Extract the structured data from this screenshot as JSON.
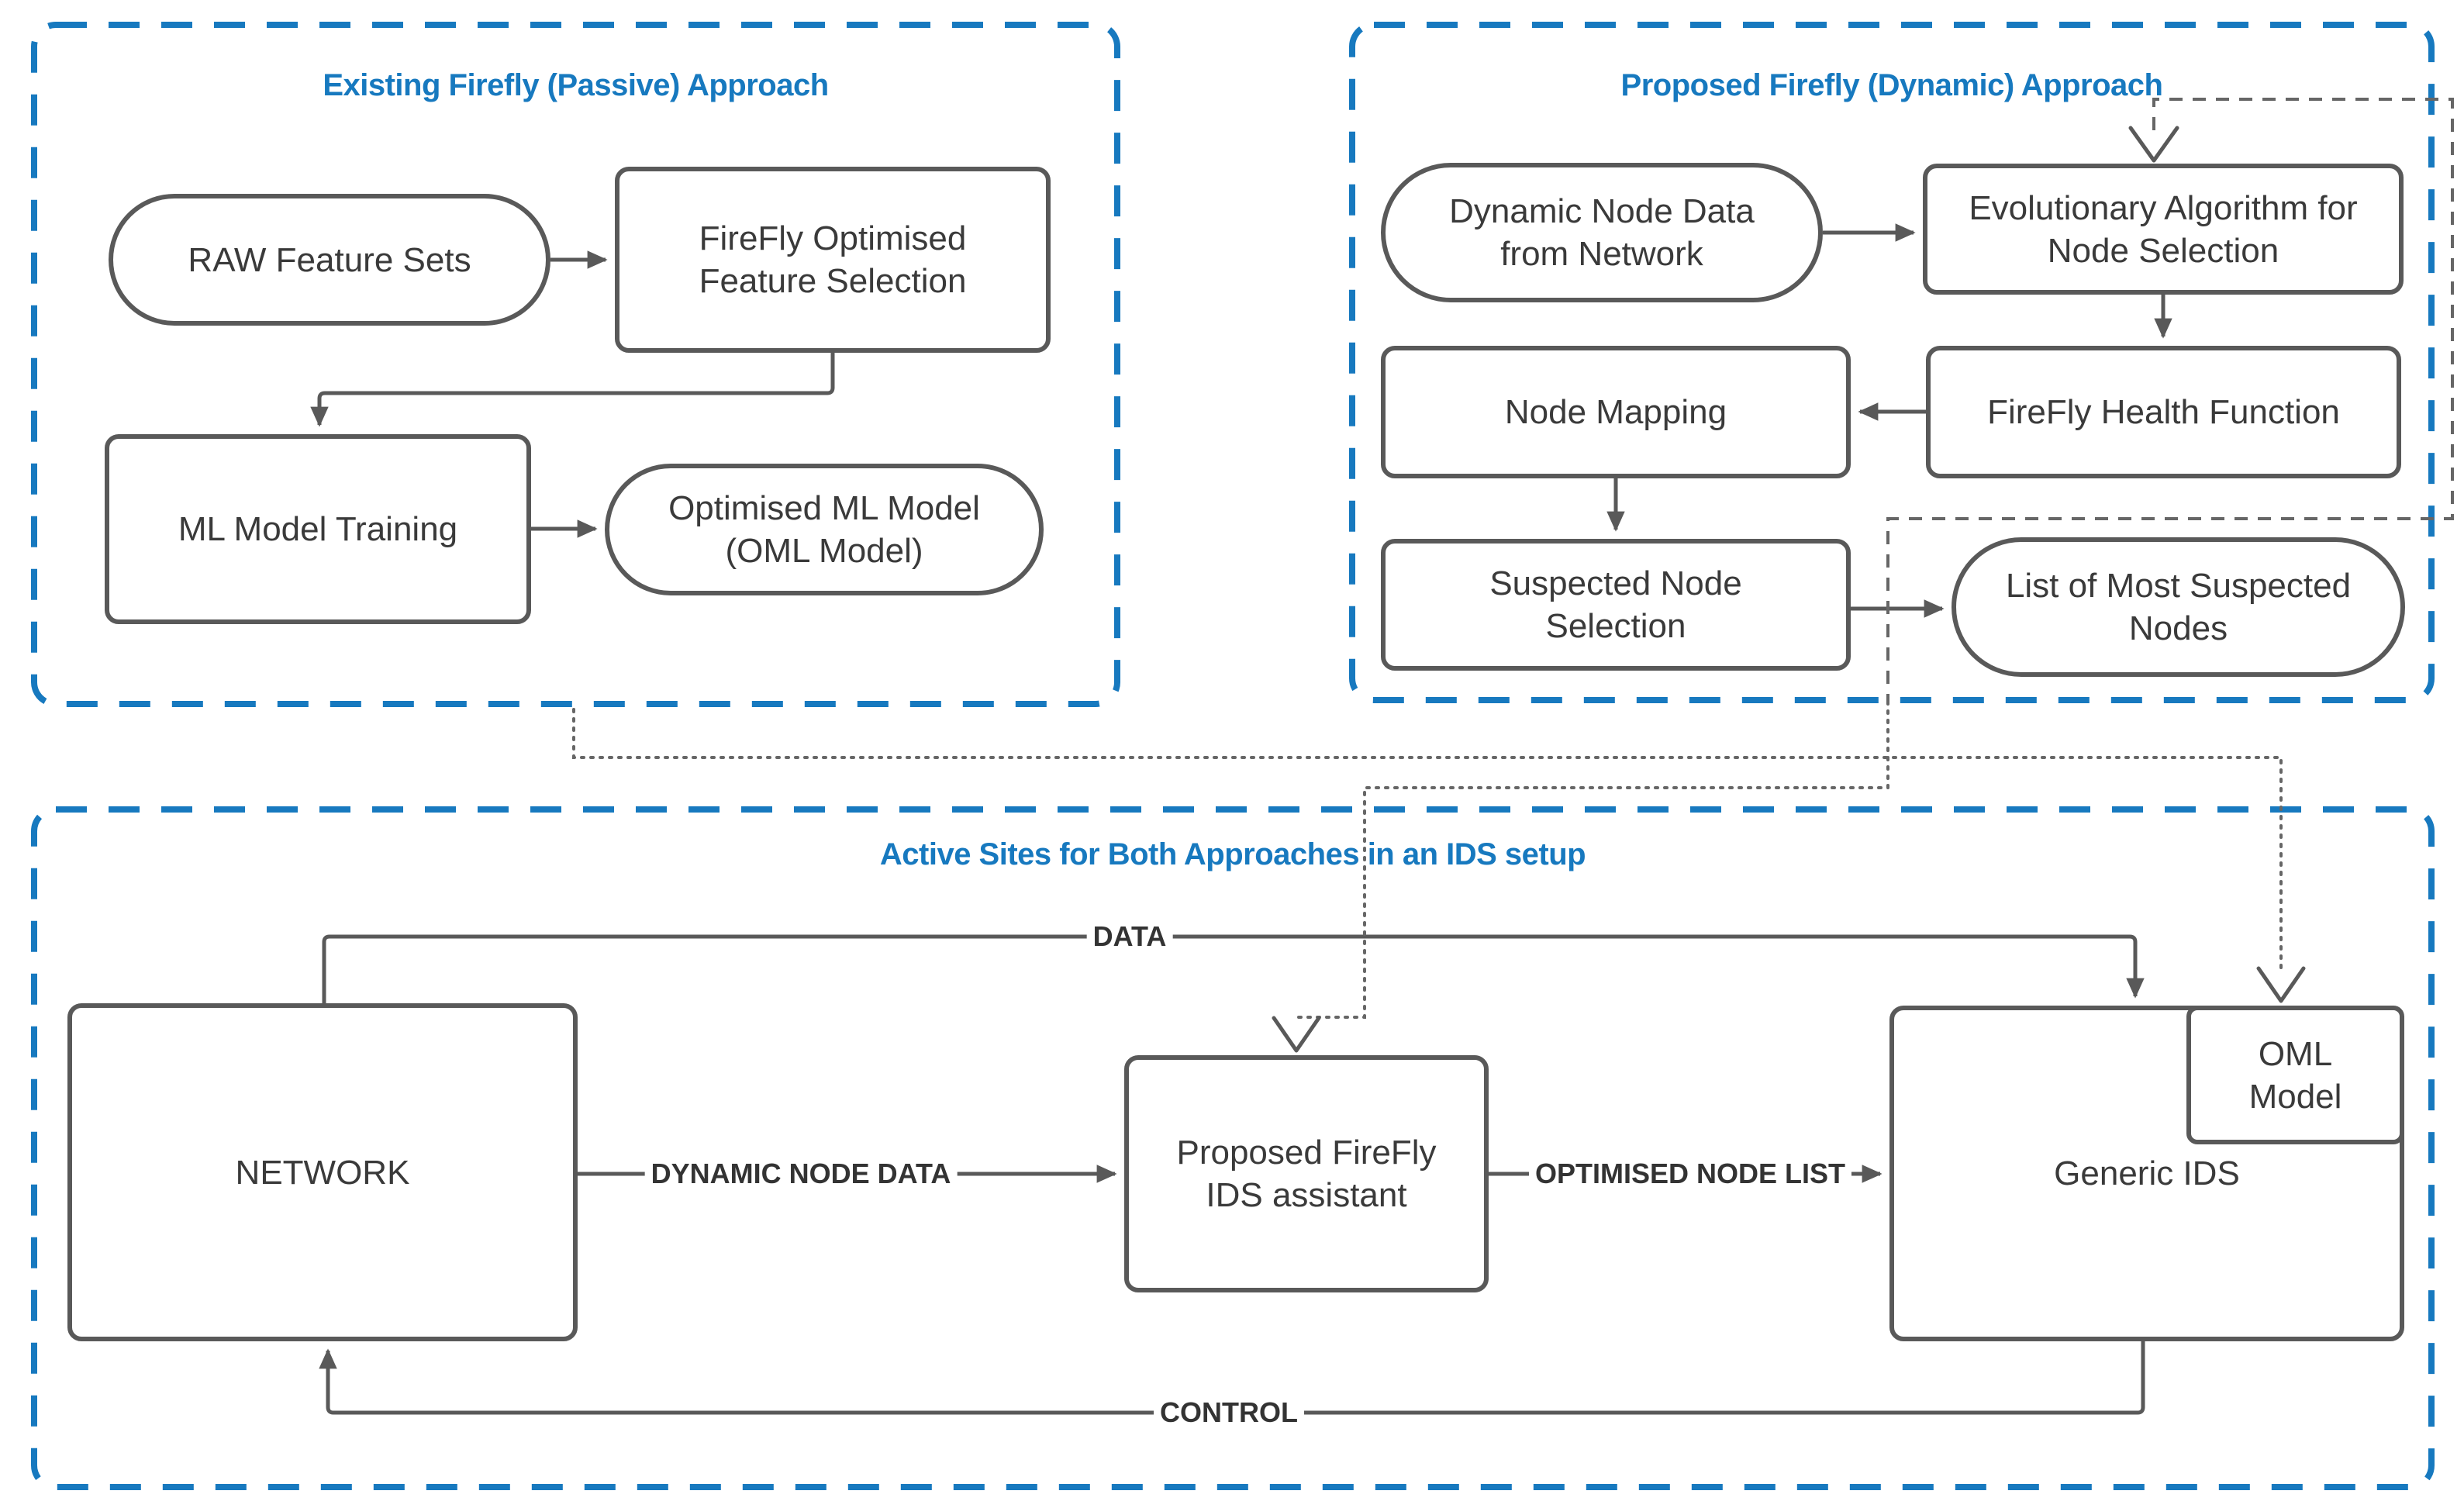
{
  "containers": {
    "passive": {
      "title": "Existing Firefly (Passive) Approach"
    },
    "dynamic": {
      "title": "Proposed Firefly (Dynamic) Approach"
    },
    "active_sites": {
      "title": "Active Sites for Both Approaches in an IDS setup"
    }
  },
  "nodes": {
    "raw_feature_sets": {
      "label": "RAW Feature Sets",
      "shape": "stadium"
    },
    "firefly_optimised_feature_selection": {
      "label": "FireFly Optimised Feature Selection",
      "shape": "rounded-rect"
    },
    "ml_model_training": {
      "label": "ML Model Training",
      "shape": "rounded-rect"
    },
    "optimised_ml_model": {
      "label": "Optimised ML Model (OML Model)",
      "shape": "stadium"
    },
    "dynamic_node_data_from_network": {
      "label": "Dynamic Node Data from Network",
      "shape": "stadium"
    },
    "evolutionary_algorithm": {
      "label": "Evolutionary Algorithm for Node Selection",
      "shape": "rounded-rect"
    },
    "node_mapping": {
      "label": "Node Mapping",
      "shape": "rounded-rect"
    },
    "firefly_health_function": {
      "label": "FireFly Health Function",
      "shape": "rounded-rect"
    },
    "suspected_node_selection": {
      "label": "Suspected Node Selection",
      "shape": "rounded-rect"
    },
    "list_of_most_suspected_nodes": {
      "label": "List of Most Suspected Nodes",
      "shape": "stadium"
    },
    "network": {
      "label": "NETWORK",
      "shape": "rounded-rect"
    },
    "proposed_firefly_ids_assistant": {
      "label": "Proposed FireFly IDS assistant",
      "shape": "rounded-rect"
    },
    "generic_ids": {
      "label": "Generic IDS",
      "shape": "rounded-rect"
    },
    "oml_model": {
      "label": "OML Model",
      "shape": "rounded-rect"
    }
  },
  "edge_labels": {
    "data": "DATA",
    "dynamic_node_data": "DYNAMIC NODE DATA",
    "optimised_node_list": "OPTIMISED NODE LIST",
    "control": "CONTROL"
  },
  "colors": {
    "container_border": "#1779bf",
    "container_title": "#1779bf",
    "node_border": "#595959",
    "node_text": "#3a3a3a",
    "connector": "#595959",
    "dotted_connector": "#666666",
    "edge_label_text": "#333333",
    "background": "#ffffff"
  }
}
